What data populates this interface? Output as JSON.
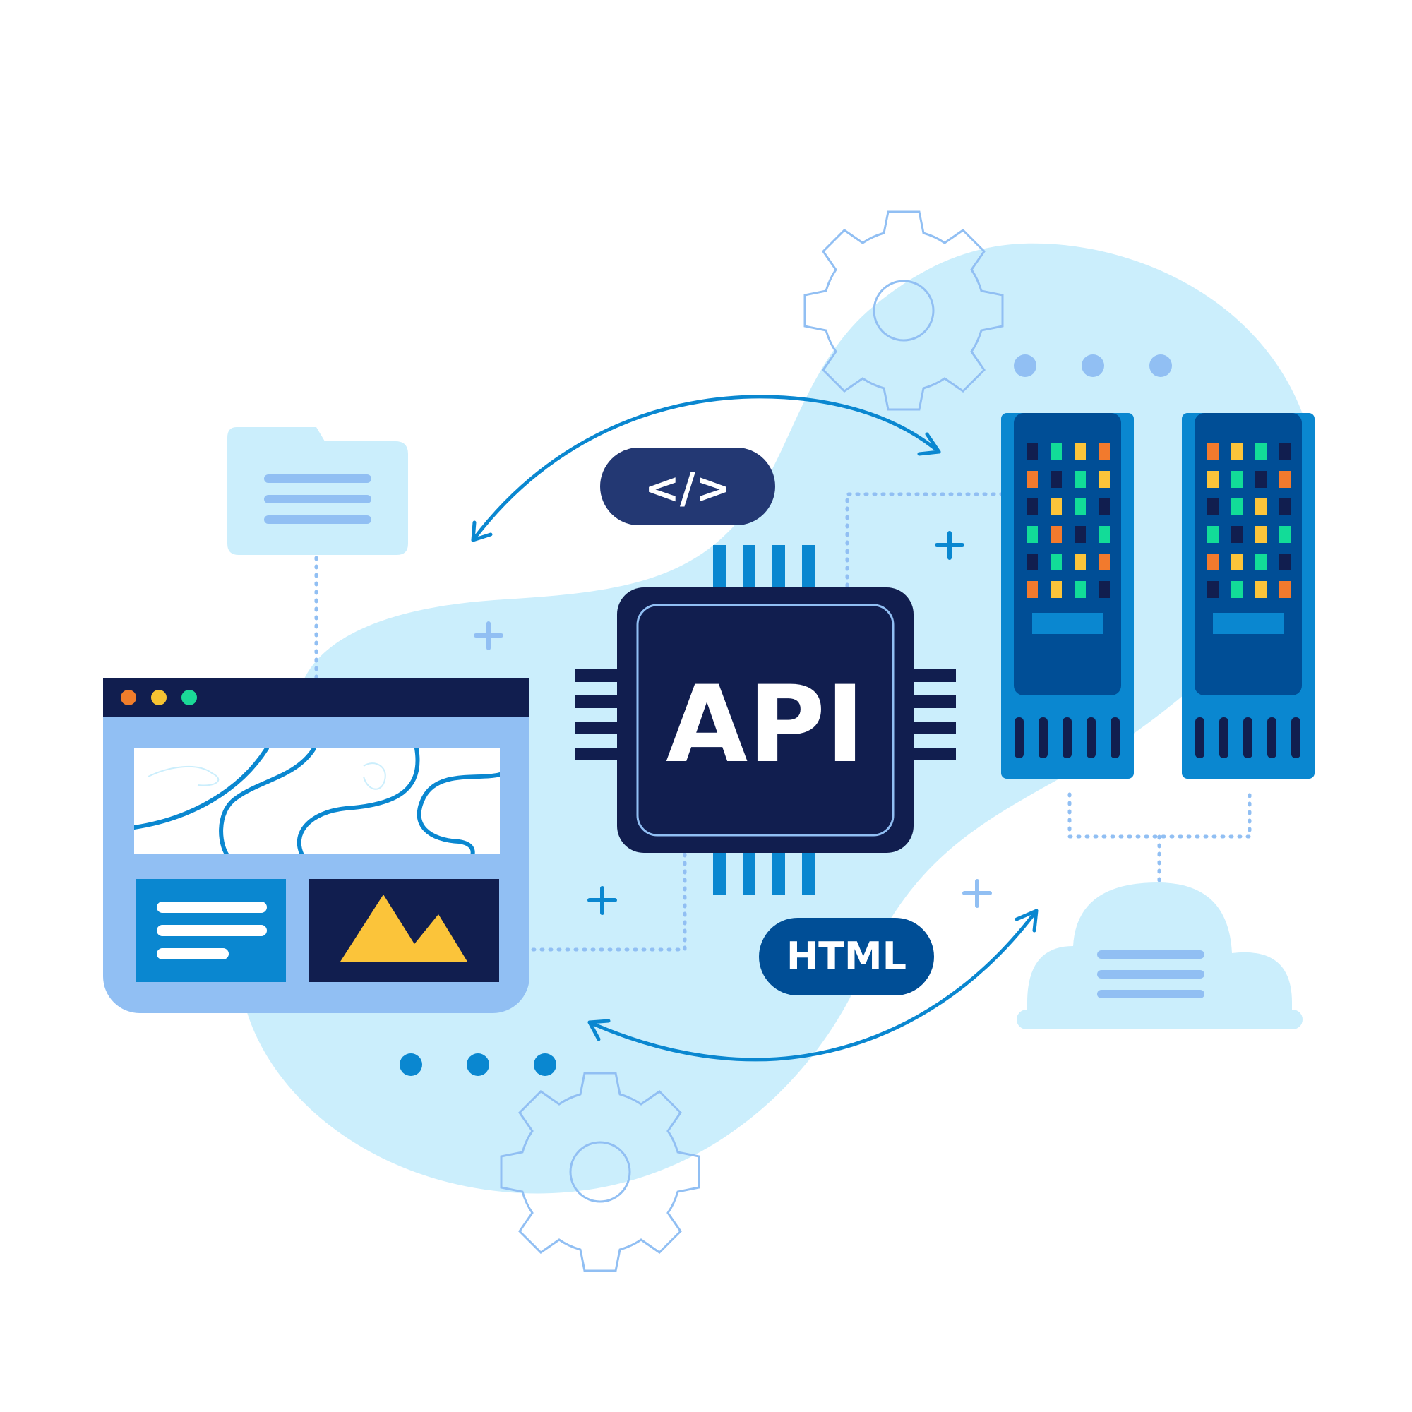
{
  "chip": {
    "label": "API"
  },
  "badges": {
    "code": "</>",
    "html": "HTML"
  },
  "browser": {
    "dots": [
      "#f07d2b",
      "#f6c332",
      "#1bd997"
    ]
  },
  "palette": {
    "navy": "#111e4f",
    "blue": "#0a87d0",
    "deep_blue": "#004e96",
    "light_blue": "#91bff3",
    "pale_blue": "#cbeefc",
    "badge_navy": "#233873",
    "yellow": "#fbc43a",
    "orange": "#f27a2d",
    "green": "#12dc98"
  },
  "server_leds": {
    "left": [
      [
        "navy",
        "green",
        "yellow",
        "orange"
      ],
      [
        "orange",
        "navy",
        "green",
        "yellow"
      ],
      [
        "navy",
        "yellow",
        "green",
        "navy"
      ],
      [
        "green",
        "orange",
        "navy",
        "green"
      ],
      [
        "navy",
        "green",
        "yellow",
        "orange"
      ],
      [
        "orange",
        "yellow",
        "green",
        "navy"
      ]
    ],
    "right": [
      [
        "orange",
        "yellow",
        "green",
        "navy"
      ],
      [
        "yellow",
        "green",
        "navy",
        "orange"
      ],
      [
        "navy",
        "green",
        "yellow",
        "navy"
      ],
      [
        "green",
        "navy",
        "yellow",
        "green"
      ],
      [
        "orange",
        "yellow",
        "green",
        "navy"
      ],
      [
        "navy",
        "green",
        "yellow",
        "orange"
      ]
    ]
  },
  "icons": [
    "gear-icon",
    "folder-icon",
    "cloud-icon",
    "plus-icon",
    "mountain-image-icon",
    "code-icon"
  ]
}
